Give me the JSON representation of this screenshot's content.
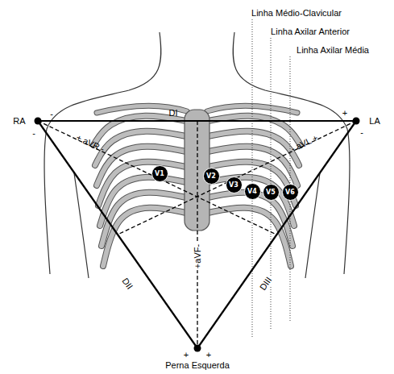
{
  "diagram": {
    "nodes": [
      {
        "text": [
          "V1"
        ]
      },
      {
        "text": [
          "V2"
        ]
      },
      {
        "text": [
          "V3"
        ]
      },
      {
        "text": [
          "V4"
        ]
      },
      {
        "text": [
          "V5"
        ]
      },
      {
        "text": [
          "V6"
        ]
      }
    ],
    "labels": [
      "Linha Médio-Clavicular",
      "Linha Axilar Anterior",
      "Linha Axilar Média",
      "RA",
      "-",
      "-",
      "LA",
      "+",
      "-",
      "DI",
      "+ aVR -",
      "- aVL +",
      "+aVF-",
      "DII",
      "DIII",
      "+",
      "+",
      "Perna Esquerda"
    ]
  }
}
